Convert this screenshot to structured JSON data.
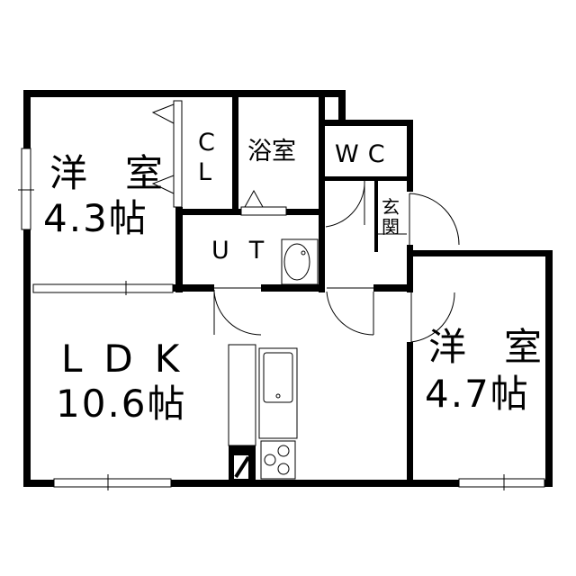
{
  "rooms": {
    "bedroom_west": {
      "name": "洋　室",
      "size": "4.3帖"
    },
    "closet": {
      "line1": "C",
      "line2": "L"
    },
    "bath": {
      "name": "浴室"
    },
    "wc": {
      "name": "WC"
    },
    "entrance": {
      "line1": "玄",
      "line2": "関"
    },
    "utility": {
      "name": "UT"
    },
    "ldk": {
      "name": "LDK",
      "size": "10.6帖"
    },
    "bedroom_east": {
      "name": "洋　室",
      "size": "4.7帖"
    }
  }
}
